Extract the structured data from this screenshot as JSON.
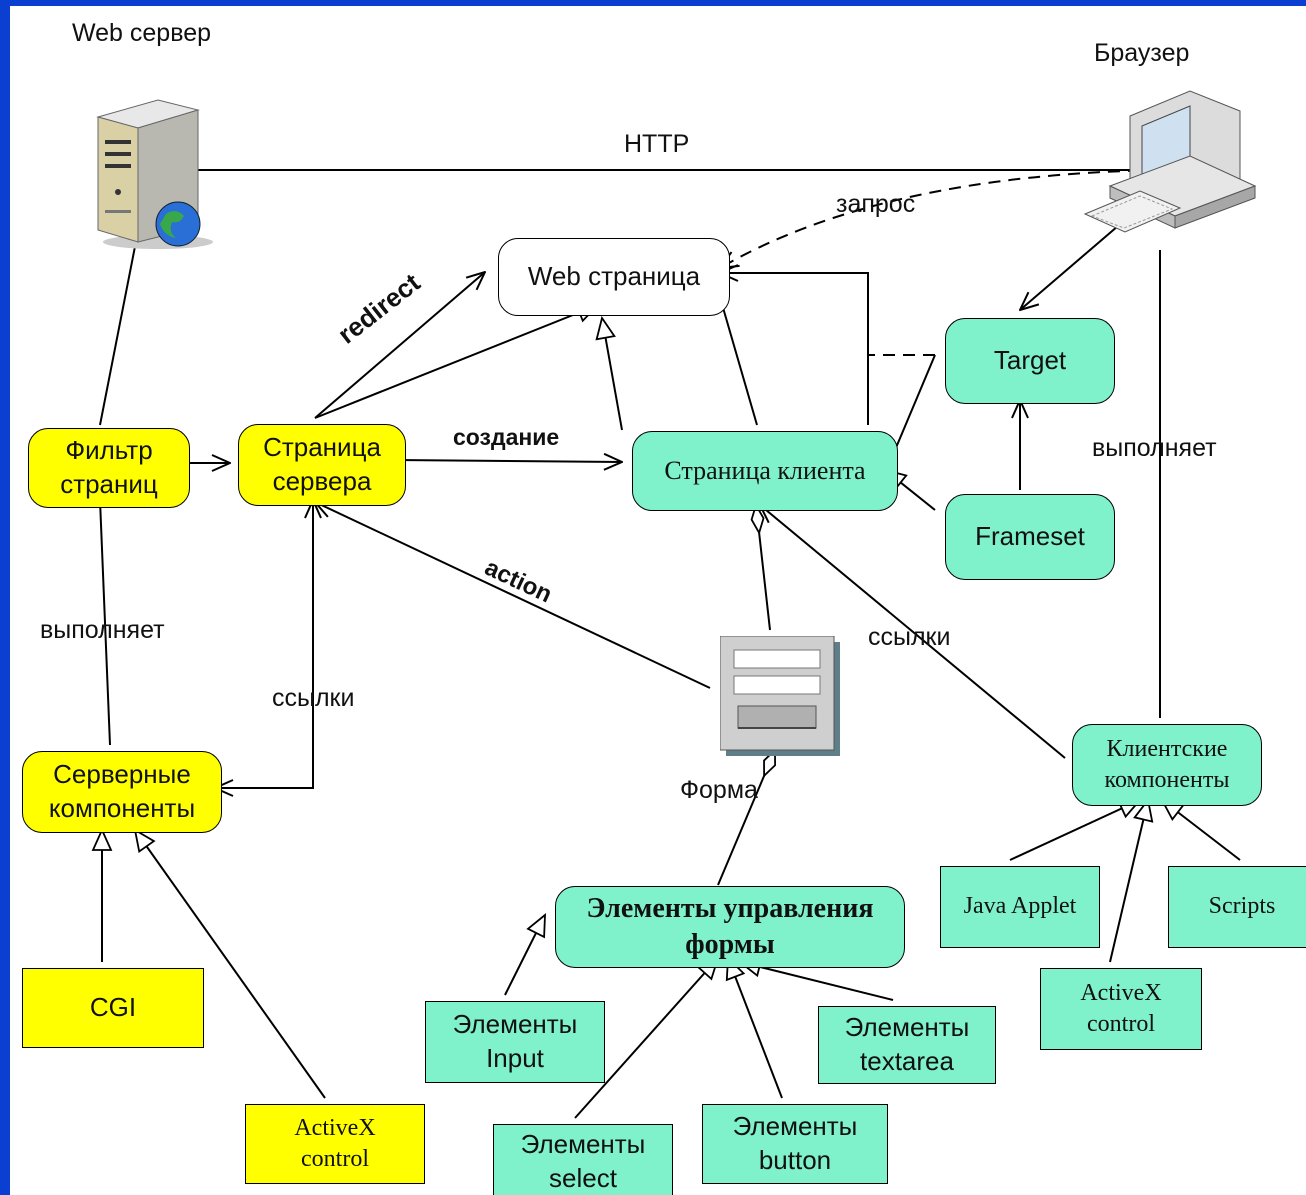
{
  "colors": {
    "background": "#0a3fd2",
    "client": "#7ff2cc",
    "server": "#ffff00"
  },
  "icons": {
    "server": "server-tower-icon",
    "browser": "desktop-computer-icon",
    "form": "form-icon"
  },
  "titles": {
    "web_server": "Web сервер",
    "browser": "Браузер"
  },
  "nodes": {
    "web_page": "Web страница",
    "page_filter": "Фильтр\nстраниц",
    "server_page": "Страница\nсервера",
    "client_page": "Страница клиента",
    "target": "Target",
    "frameset": "Frameset",
    "server_components": "Серверные\nкомпоненты",
    "client_components": "Клиентские\nкомпоненты",
    "cgi": "CGI",
    "activex_server": "ActiveX\ncontrol",
    "form_controls": "Элементы управления\nформы",
    "input": "Элементы\nInput",
    "textarea": "Элементы\ntextarea",
    "select": "Элементы\nselect",
    "button": "Элементы\nbutton",
    "java_applet": "Java Applet",
    "scripts": "Scripts",
    "activex_client": "ActiveX\ncontrol"
  },
  "edge_labels": {
    "http": "HTTP",
    "request": "запрос",
    "redirect": "redirect",
    "creation": "создание",
    "action": "action",
    "links_left": "ссылки",
    "links_right": "ссылки",
    "executes_left": "выполняет",
    "executes_right": "выполняет",
    "form": "Форма"
  }
}
